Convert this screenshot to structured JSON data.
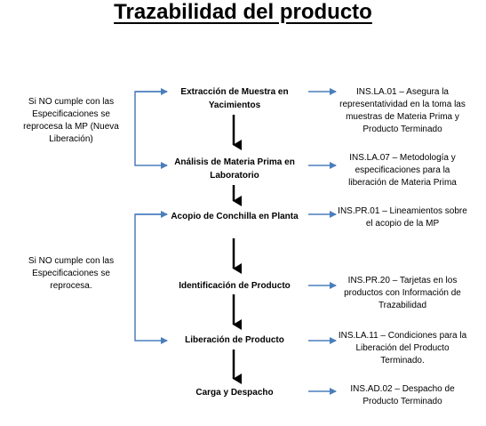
{
  "title": "Trazabilidad del producto",
  "notes": [
    {
      "text": "Si NO cumple con las Especificaciones  se reprocesa  la MP (Nueva Liberación)"
    },
    {
      "text": "Si NO cumple con las Especificaciones  se reprocesa."
    }
  ],
  "steps": [
    {
      "label": "Extracción de Muestra en Yacimientos"
    },
    {
      "label": "Análisis de Materia Prima en Laboratorio"
    },
    {
      "label": "Acopio de Conchilla en Planta"
    },
    {
      "label": "Identificación de Producto"
    },
    {
      "label": "Liberación de Producto"
    },
    {
      "label": "Carga y Despacho"
    }
  ],
  "references": [
    {
      "text": "INS.LA.01 – Asegura la representatividad en la toma las muestras de Materia Prima y Producto Terminado"
    },
    {
      "text": "INS.LA.07 – Metodología y especificaciones para la liberación de Materia Prima"
    },
    {
      "text": "INS.PR.01 – Lineamientos sobre el acopio de la  MP"
    },
    {
      "text": "INS.PR.20 – Tarjetas en los productos con Información de Trazabilidad"
    },
    {
      "text": "INS.LA.11 – Condiciones para la Liberación del Producto Terminado."
    },
    {
      "text": "INS.AD.02  – Despacho de Producto Terminado"
    }
  ],
  "colors": {
    "connector": "#4a7ebb",
    "flow_arrow": "#000000"
  }
}
